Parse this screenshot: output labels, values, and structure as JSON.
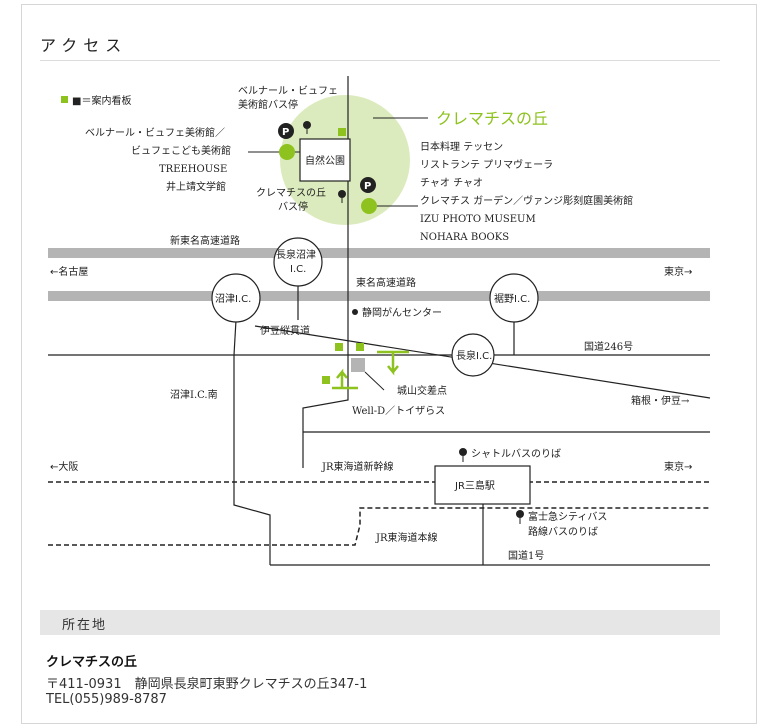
{
  "page": {
    "heading": "アクセス",
    "location_heading": "所在地"
  },
  "address": {
    "name": "クレマチスの丘",
    "postal_address": "〒411-0931　静岡県長泉町東野クレマチスの丘347-1",
    "tel": "TEL(055)989-8787"
  },
  "legend": {
    "signboard": "■＝案内看板"
  },
  "map": {
    "clematis_hill": "クレマチスの丘",
    "buffet_bus_stop": [
      "ベルナール・ビュフェ",
      "美術館バス停"
    ],
    "buffet_museum": [
      "ベルナール・ビュフェ美術館／",
      "ビュフェこども美術館",
      "TREEHOUSE",
      "井上靖文学館"
    ],
    "nature_park": "自然公園",
    "clematis_bus_stop": [
      "クレマチスの丘",
      "バス停"
    ],
    "restaurants": [
      "日本料理 テッセン",
      "リストランテ プリマヴェーラ",
      "チャオ チャオ"
    ],
    "garden": [
      "クレマチス ガーデン／ヴァンジ彫刻庭園美術館",
      "IZU PHOTO MUSEUM",
      "NOHARA BOOKS"
    ],
    "shin_tomei": "新東名高速道路",
    "nagaizumi_numazu_ic": [
      "長泉沼津",
      "I.C."
    ],
    "to_nagoya": "←名古屋",
    "to_tokyo": "東京→",
    "tomei": "東名高速道路",
    "numazu_ic": "沼津I.C.",
    "susono_ic": "裾野I.C.",
    "cancer_center": "静岡がんセンター",
    "izu_jukan": "伊豆縦貫道",
    "nagaizumi_ic": "長泉I.C.",
    "route246": "国道246号",
    "numazu_ic_south": "沼津I.C.南",
    "shiroyama_crossing": "城山交差点",
    "welld": "Well-D／トイザらス",
    "to_hakone": "箱根・伊豆→",
    "shuttle_bus": "シャトルバスのりば",
    "to_osaka": "←大阪",
    "jr_shinkansen": "JR東海道新幹線",
    "mishima_station": "JR三島駅",
    "fujikyu": [
      "富士急シティバス",
      "路線バスのりば"
    ],
    "jr_main_line": "JR東海道本線",
    "route1": "国道1号"
  },
  "colors": {
    "accent_green": "#8dc21f",
    "area_green": "#dcebbe",
    "road_gray": "#b4b4b4",
    "line_dark": "#222222"
  }
}
